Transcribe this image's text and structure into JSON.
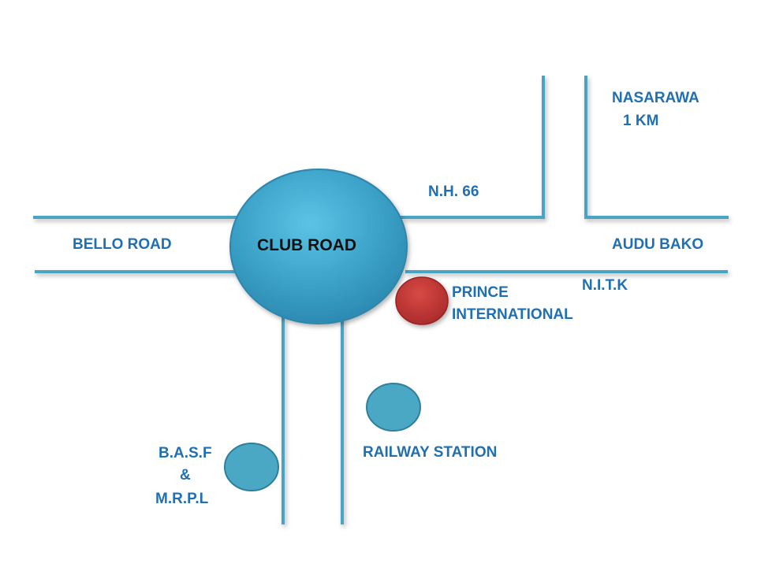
{
  "colors": {
    "road": "#4aa3c3",
    "hub_fill": "#3aa2c8",
    "label": "#1f6fb2",
    "hotel": "#c0302f",
    "landmark": "#4aa8c4"
  },
  "hub": {
    "label": "CLUB ROAD"
  },
  "labels": {
    "nasarawa_line1": "NASARAWA",
    "nasarawa_line2": "1 KM",
    "nh66": "N.H. 66",
    "bello_road": "BELLO ROAD",
    "audu_bako": "AUDU BAKO",
    "nitk": "N.I.T.K",
    "prince_line1": "PRINCE",
    "prince_line2": "INTERNATIONAL",
    "railway_station": "RAILWAY STATION",
    "basf_line1": "B.A.S.F",
    "basf_line2": "&",
    "basf_line3": "M.R.P.L"
  }
}
